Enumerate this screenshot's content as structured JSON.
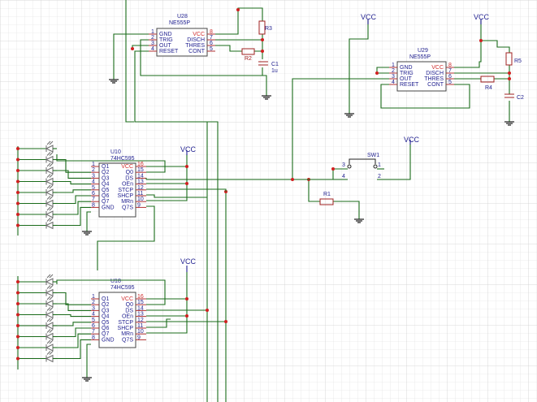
{
  "chips": [
    {
      "ref": "U28",
      "part": "NE555P",
      "left_pins": [
        {
          "n": "1",
          "name": "GND"
        },
        {
          "n": "2",
          "name": "TRIG"
        },
        {
          "n": "3",
          "name": "OUT"
        },
        {
          "n": "4",
          "name": "RESET"
        }
      ],
      "right_pins": [
        {
          "n": "8",
          "name": "VCC"
        },
        {
          "n": "7",
          "name": "DISCH"
        },
        {
          "n": "6",
          "name": "THRES"
        },
        {
          "n": "5",
          "name": "CONT"
        }
      ]
    },
    {
      "ref": "U29",
      "part": "NE555P",
      "left_pins": [
        {
          "n": "1",
          "name": "GND"
        },
        {
          "n": "2",
          "name": "TRIG"
        },
        {
          "n": "3",
          "name": "OUT"
        },
        {
          "n": "4",
          "name": "RESET"
        }
      ],
      "right_pins": [
        {
          "n": "8",
          "name": "VCC"
        },
        {
          "n": "7",
          "name": "DISCH"
        },
        {
          "n": "6",
          "name": "THRES"
        },
        {
          "n": "5",
          "name": "CONT"
        }
      ]
    },
    {
      "ref": "U10",
      "part": "74HC595",
      "left_pins": [
        {
          "n": "1",
          "name": "Q1"
        },
        {
          "n": "2",
          "name": "Q2"
        },
        {
          "n": "3",
          "name": "Q3"
        },
        {
          "n": "4",
          "name": "Q4"
        },
        {
          "n": "5",
          "name": "Q5"
        },
        {
          "n": "6",
          "name": "Q6"
        },
        {
          "n": "7",
          "name": "Q7"
        },
        {
          "n": "8",
          "name": "GND"
        }
      ],
      "right_pins": [
        {
          "n": "16",
          "name": "VCC"
        },
        {
          "n": "15",
          "name": "Q0"
        },
        {
          "n": "14",
          "name": "DS"
        },
        {
          "n": "13",
          "name": "OEn"
        },
        {
          "n": "12",
          "name": "STCP"
        },
        {
          "n": "11",
          "name": "SHCP"
        },
        {
          "n": "10",
          "name": "MRn"
        },
        {
          "n": "9",
          "name": "Q7S"
        }
      ]
    },
    {
      "ref": "U18",
      "part": "74HC595",
      "left_pins": [
        {
          "n": "1",
          "name": "Q1"
        },
        {
          "n": "2",
          "name": "Q2"
        },
        {
          "n": "3",
          "name": "Q3"
        },
        {
          "n": "4",
          "name": "Q4"
        },
        {
          "n": "5",
          "name": "Q5"
        },
        {
          "n": "6",
          "name": "Q6"
        },
        {
          "n": "7",
          "name": "Q7"
        },
        {
          "n": "8",
          "name": "GND"
        }
      ],
      "right_pins": [
        {
          "n": "16",
          "name": "VCC"
        },
        {
          "n": "15",
          "name": "Q0"
        },
        {
          "n": "14",
          "name": "DS"
        },
        {
          "n": "13",
          "name": "OEn"
        },
        {
          "n": "12",
          "name": "STCP"
        },
        {
          "n": "11",
          "name": "SHCP"
        },
        {
          "n": "10",
          "name": "MRn"
        },
        {
          "n": "9",
          "name": "Q7S"
        }
      ]
    }
  ],
  "parts": {
    "r3": "R3",
    "r2": "R2",
    "c1": "C1",
    "c1_value": "1u",
    "r5": "R5",
    "r4": "R4",
    "c2": "C2",
    "sw1": "SW1",
    "sw_pin1": "1",
    "sw_pin2": "2",
    "sw_pin3": "3",
    "sw_pin4": "4",
    "r1": "R1"
  },
  "power": {
    "vcc": "VCC"
  },
  "colors": {
    "wire": "#1a6b1a",
    "pin": "#b03030",
    "junction": "#d02020",
    "label": "#1f1f8f",
    "grid": "#e6e6e6"
  }
}
